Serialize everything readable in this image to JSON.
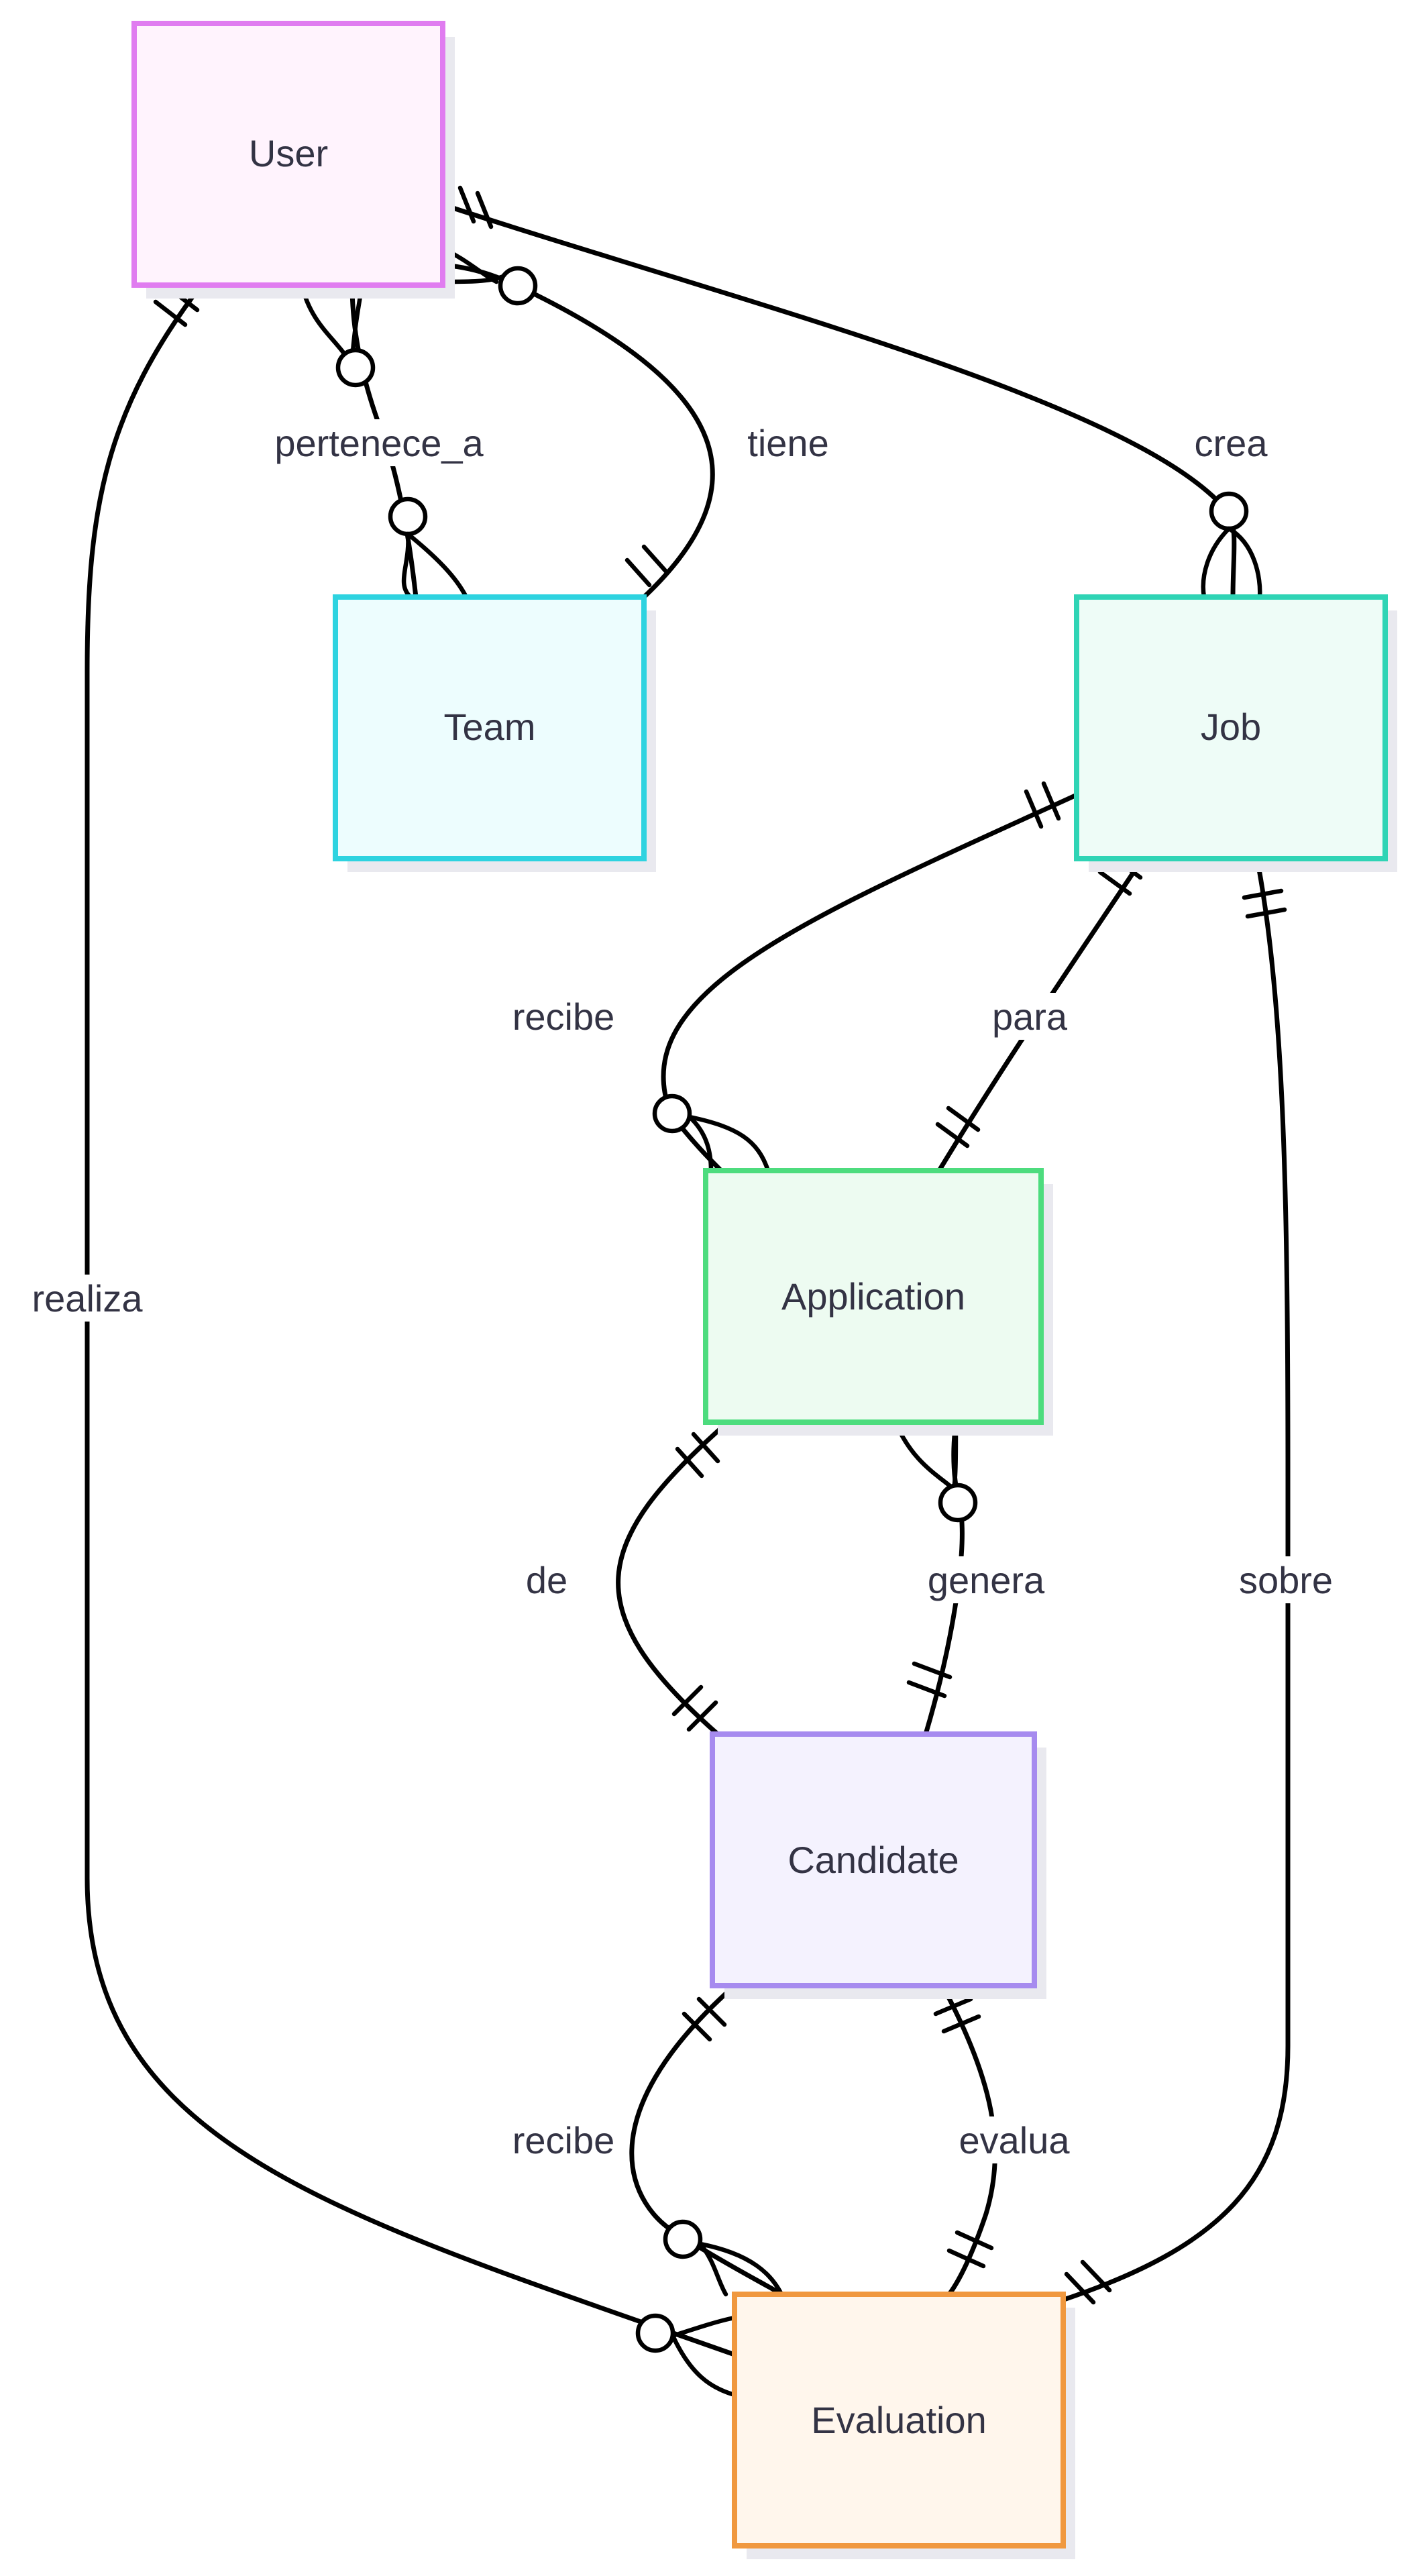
{
  "entities": {
    "user": {
      "label": "User",
      "stroke": "#e07cf0",
      "fill": "#fff3fd"
    },
    "team": {
      "label": "Team",
      "stroke": "#2ed3e0",
      "fill": "#edfdfe"
    },
    "job": {
      "label": "Job",
      "stroke": "#2fd4b5",
      "fill": "#eefcf7"
    },
    "application": {
      "label": "Application",
      "stroke": "#4ddc7e",
      "fill": "#edfbf1"
    },
    "candidate": {
      "label": "Candidate",
      "stroke": "#a68bef",
      "fill": "#f4f2fe"
    },
    "evaluation": {
      "label": "Evaluation",
      "stroke": "#f0983f",
      "fill": "#fff6ec"
    }
  },
  "relationships": {
    "pertenece_a": "pertenece_a",
    "tiene": "tiene",
    "crea": "crea",
    "recibe_job": "recibe",
    "para": "para",
    "realiza": "realiza",
    "de": "de",
    "genera": "genera",
    "sobre": "sobre",
    "recibe_candidate": "recibe",
    "evalua": "evalua"
  },
  "colors": {
    "line": "#000000",
    "text": "#333344",
    "shadow": "#e9e9ef"
  }
}
